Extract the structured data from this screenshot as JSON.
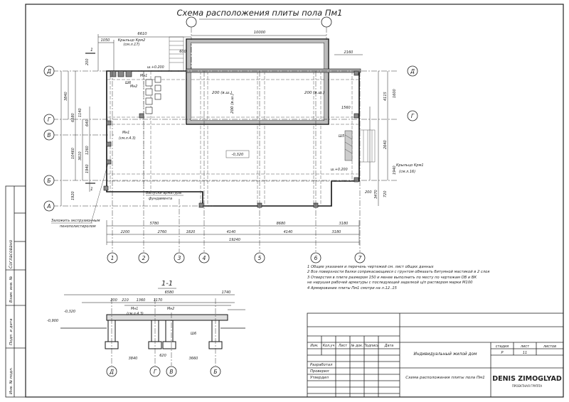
{
  "title": "Схема расположения плиты пола Пм1",
  "section_title": "1-1",
  "axes_numeric": [
    "1",
    "2",
    "3",
    "4",
    "5",
    "6",
    "7"
  ],
  "axes_letters": [
    "Д",
    "Г",
    "В",
    "Б",
    "А"
  ],
  "section_axes": [
    "Д",
    "Г",
    "В",
    "Б"
  ],
  "top_dims": {
    "d6610": "6610",
    "d10000": "10000",
    "d1050": "1050",
    "d600": "600",
    "d2160": "2160"
  },
  "bottom_dims": [
    "2200",
    "5780",
    "2760",
    "1820",
    "4140",
    "8680",
    "4140",
    "3180"
  ],
  "bottom_total": "19240",
  "bottom_right": "3180",
  "left_dims": [
    "3840",
    "6580",
    "10460",
    "3610",
    "1940",
    "1920",
    "640",
    "1260",
    "1140",
    "200"
  ],
  "right_dims": [
    "1600",
    "4115",
    "1560",
    "2640",
    "1940",
    "200",
    "3470",
    "720"
  ],
  "labels": {
    "porch2": "Крыльцо Крм2",
    "porch2_ref": "(см.л.17)",
    "porch1": "Крыльцо Крм1",
    "porch1_ref": "(см.л.16)",
    "mark_m1": "Мн1",
    "mark_m2": "Мн2",
    "mark_m1_ref": "(см.л.4.3)",
    "w6": "Ш6",
    "w5": "Ш5",
    "elev1": "ш.+0.200",
    "elev2": "ш.+0.200",
    "plate_elev": "-0,320",
    "beam1": "200 (в.ш.)",
    "beam2": "200 (в.ш.)",
    "beam3": "200 (в.ш.)",
    "rebar_note1": "Выпуски арматуры",
    "rebar_note2": "фундамента",
    "insul_note1": "Заложить экструзионным",
    "insul_note2": "пенополистиролом",
    "sec_elev1": "-0,320",
    "sec_elev2": "-0,900",
    "sec_dims": [
      "6580",
      "1740",
      "200",
      "210",
      "1360",
      "1170",
      "3840",
      "620",
      "3660"
    ],
    "sec_marks": [
      "Мн1",
      "Мн2",
      "Ш6",
      "(см.л.4.3)"
    ]
  },
  "notes": [
    "1  Общие указания и перечень чертежей см. лист общих данных",
    "2  Все поверхности балки соприкасающиеся с грунтом обмазать битумной мастикой в 2 слоя",
    "3  Отверстия в плите размером 150 и менее выполнить по месту по чертежам ОВ и ВК",
    "    не нарушая рабочей арматуры с последующей заделкой ц/п раствором марки М100",
    "4  Армирование плиты Пм1 смотри на л.12..15"
  ],
  "left_strip": [
    "Согласовано",
    "Взам. инв. №",
    "Подп. и дата",
    "Инв. № подл."
  ],
  "stamp": {
    "cols": [
      "Изм.",
      "Кол.уч",
      "Лист",
      "№ док.",
      "Подпись",
      "Дата"
    ],
    "project": "Индивидуальный жилой дом",
    "sheet_title": "Схема расположения плиты пола Пм1",
    "rows": [
      "Разработал",
      "Проверил",
      "Утвердил"
    ],
    "stage_h": "стадия",
    "sheet_h": "лист",
    "sheets_h": "листов",
    "stage": "Р",
    "sheet": "11",
    "company": "DENIS ZIMOGLYAD",
    "company_sub": "ПРОЕКТНАЯ ГРУППА"
  }
}
